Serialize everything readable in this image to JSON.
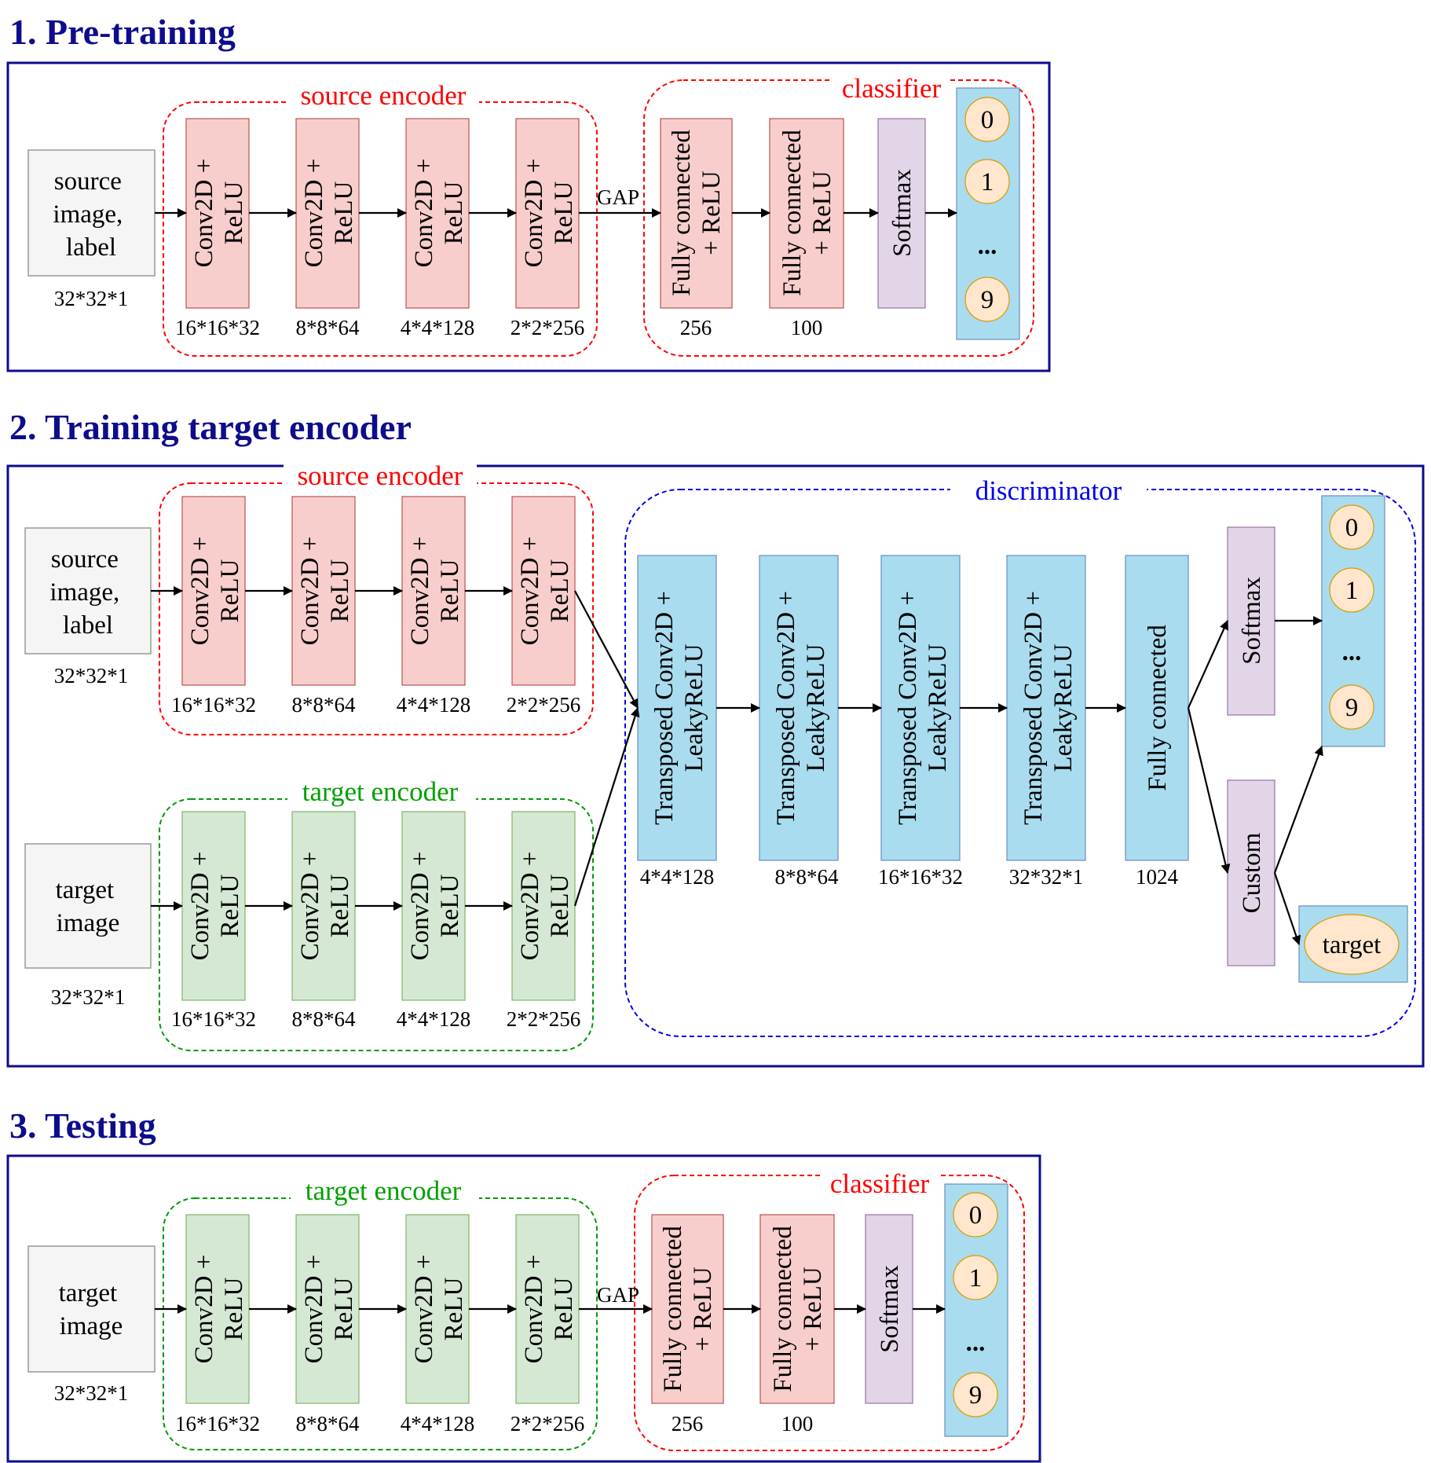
{
  "sections": {
    "pretraining": {
      "title": "1. Pre-training"
    },
    "training": {
      "title": "2. Training target encoder"
    },
    "testing": {
      "title": "3. Testing"
    }
  },
  "groups": {
    "source_encoder": "source encoder",
    "target_encoder": "target encoder",
    "classifier": "classifier",
    "discriminator": "discriminator"
  },
  "inputs": {
    "source": [
      "source",
      "image,",
      "label"
    ],
    "target": [
      "target",
      "image"
    ],
    "size": "32*32*1"
  },
  "blocks": {
    "conv": [
      "Conv2D +",
      "ReLU"
    ],
    "fc_relu": [
      "Fully connected",
      "+ ReLU"
    ],
    "softmax": "Softmax",
    "tconv": [
      "Transposed Conv2D +",
      "LeakyReLU"
    ],
    "fc": "Fully connected",
    "custom": "Custom"
  },
  "encoder_dims": [
    "16*16*32",
    "8*8*64",
    "4*4*128",
    "2*2*256"
  ],
  "classifier_dims": [
    "256",
    "100"
  ],
  "discriminator_dims": [
    "4*4*128",
    "8*8*64",
    "16*16*32",
    "32*32*1",
    "1024"
  ],
  "gap_label": "GAP",
  "outputs": {
    "digits": [
      "0",
      "1",
      "...",
      "9"
    ],
    "target": "target"
  },
  "colors": {
    "title": "#0d0d8c",
    "frame": "#0d0d8c",
    "red": "#ff0000",
    "green": "#009900",
    "blue": "#0000ee",
    "conv_red": "#f8cecc",
    "conv_green": "#d5e8d4",
    "cyan": "#a9dcee",
    "purple": "#e1d5e7",
    "input_gray": "#f5f5f5",
    "node_fill": "#ffe6cc"
  }
}
